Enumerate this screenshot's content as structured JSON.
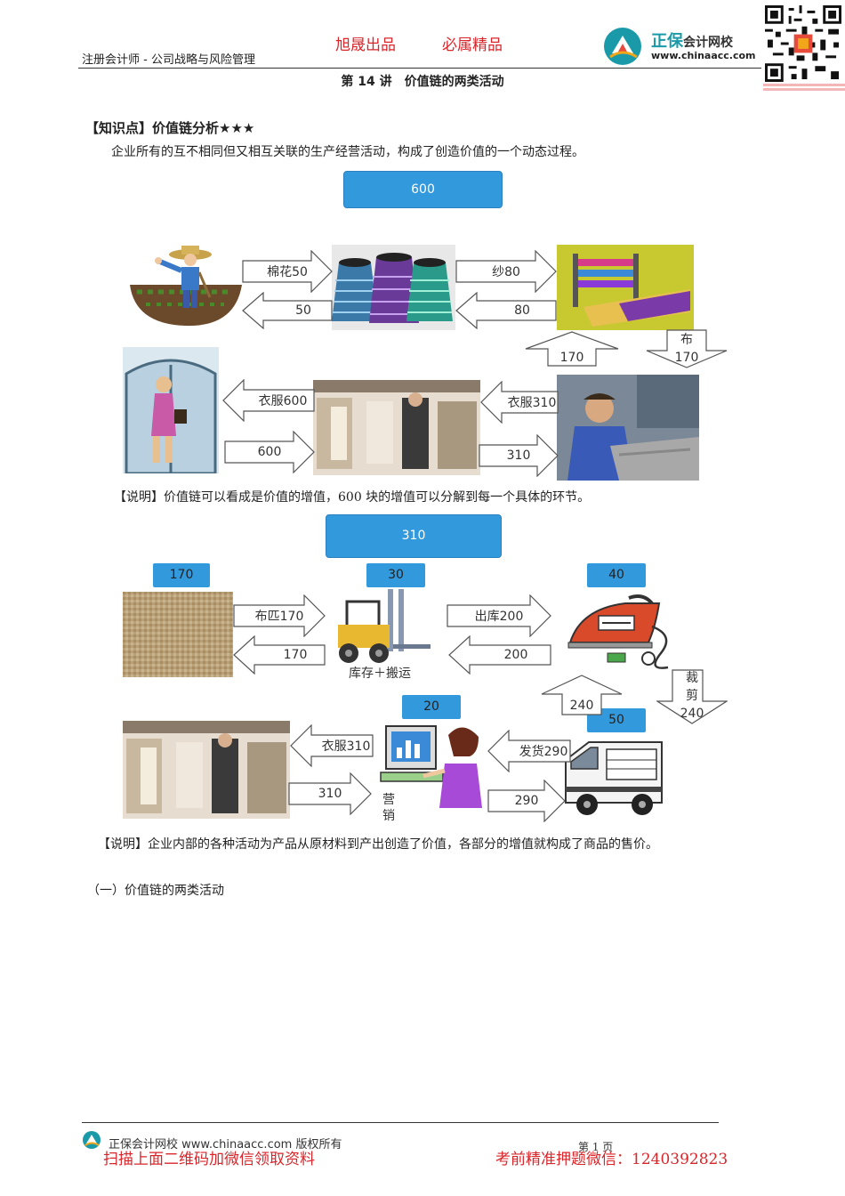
{
  "header": {
    "course": "注册会计师 - 公司战略与风险管理",
    "slogan_left": "旭晟出品",
    "slogan_right": "必属精品",
    "logo_name": "正保",
    "logo_name_small": "会计网校",
    "logo_url": "www.chinaacc.com",
    "lecture_title": "第 14 讲　价值链的两类活动",
    "accent_color": "#d8262b",
    "logo_color": "#1a9aa8"
  },
  "knowledge_point": {
    "title": "【知识点】价值链分析★★★",
    "intro": "企业所有的互不相同但又相互关联的生产经营活动，构成了创造价值的一个动态过程。"
  },
  "diagram1": {
    "total": "600",
    "arrows": {
      "cotton_out": "棉花50",
      "cotton_back": "50",
      "yarn_out": "纱80",
      "yarn_back": "80",
      "cloth_up": "170",
      "cloth_down_line1": "布",
      "cloth_down_line2": "170",
      "garment_out": "衣服310",
      "garment_back": "310",
      "clothes_out": "衣服600",
      "clothes_back": "600"
    },
    "note": "【说明】价值链可以看成是价值的增值，600 块的增值可以分解到每一个具体的环节。"
  },
  "diagram2": {
    "total": "310",
    "tags": {
      "fabric": "170",
      "storage": "30",
      "ironing": "40",
      "marketing": "20",
      "shipping": "50"
    },
    "arrows": {
      "fabric_out": "布匹170",
      "fabric_back": "170",
      "out_store": "出库200",
      "out_store_back": "200",
      "cut_up": "240",
      "cut_down_line1": "裁",
      "cut_down_line2": "剪",
      "cut_down_line3": "240",
      "ship_out": "发货290",
      "ship_back": "290",
      "clothes_out": "衣服310",
      "clothes_back": "310"
    },
    "captions": {
      "storage": "库存＋搬运",
      "marketing_line1": "营",
      "marketing_line2": "销"
    },
    "note": "【说明】企业内部的各种活动为产品从原材料到产出创造了价值，各部分的增值就构成了商品的售价。"
  },
  "section_heading": "（一）价值链的两类活动",
  "footer": {
    "copyright": "正保会计网校 www.chinaacc.com 版权所有",
    "scan_prompt": "扫描上面二维码加微信领取资料",
    "page": "第 1 页",
    "wechat": "考前精准押题微信：1240392823"
  }
}
